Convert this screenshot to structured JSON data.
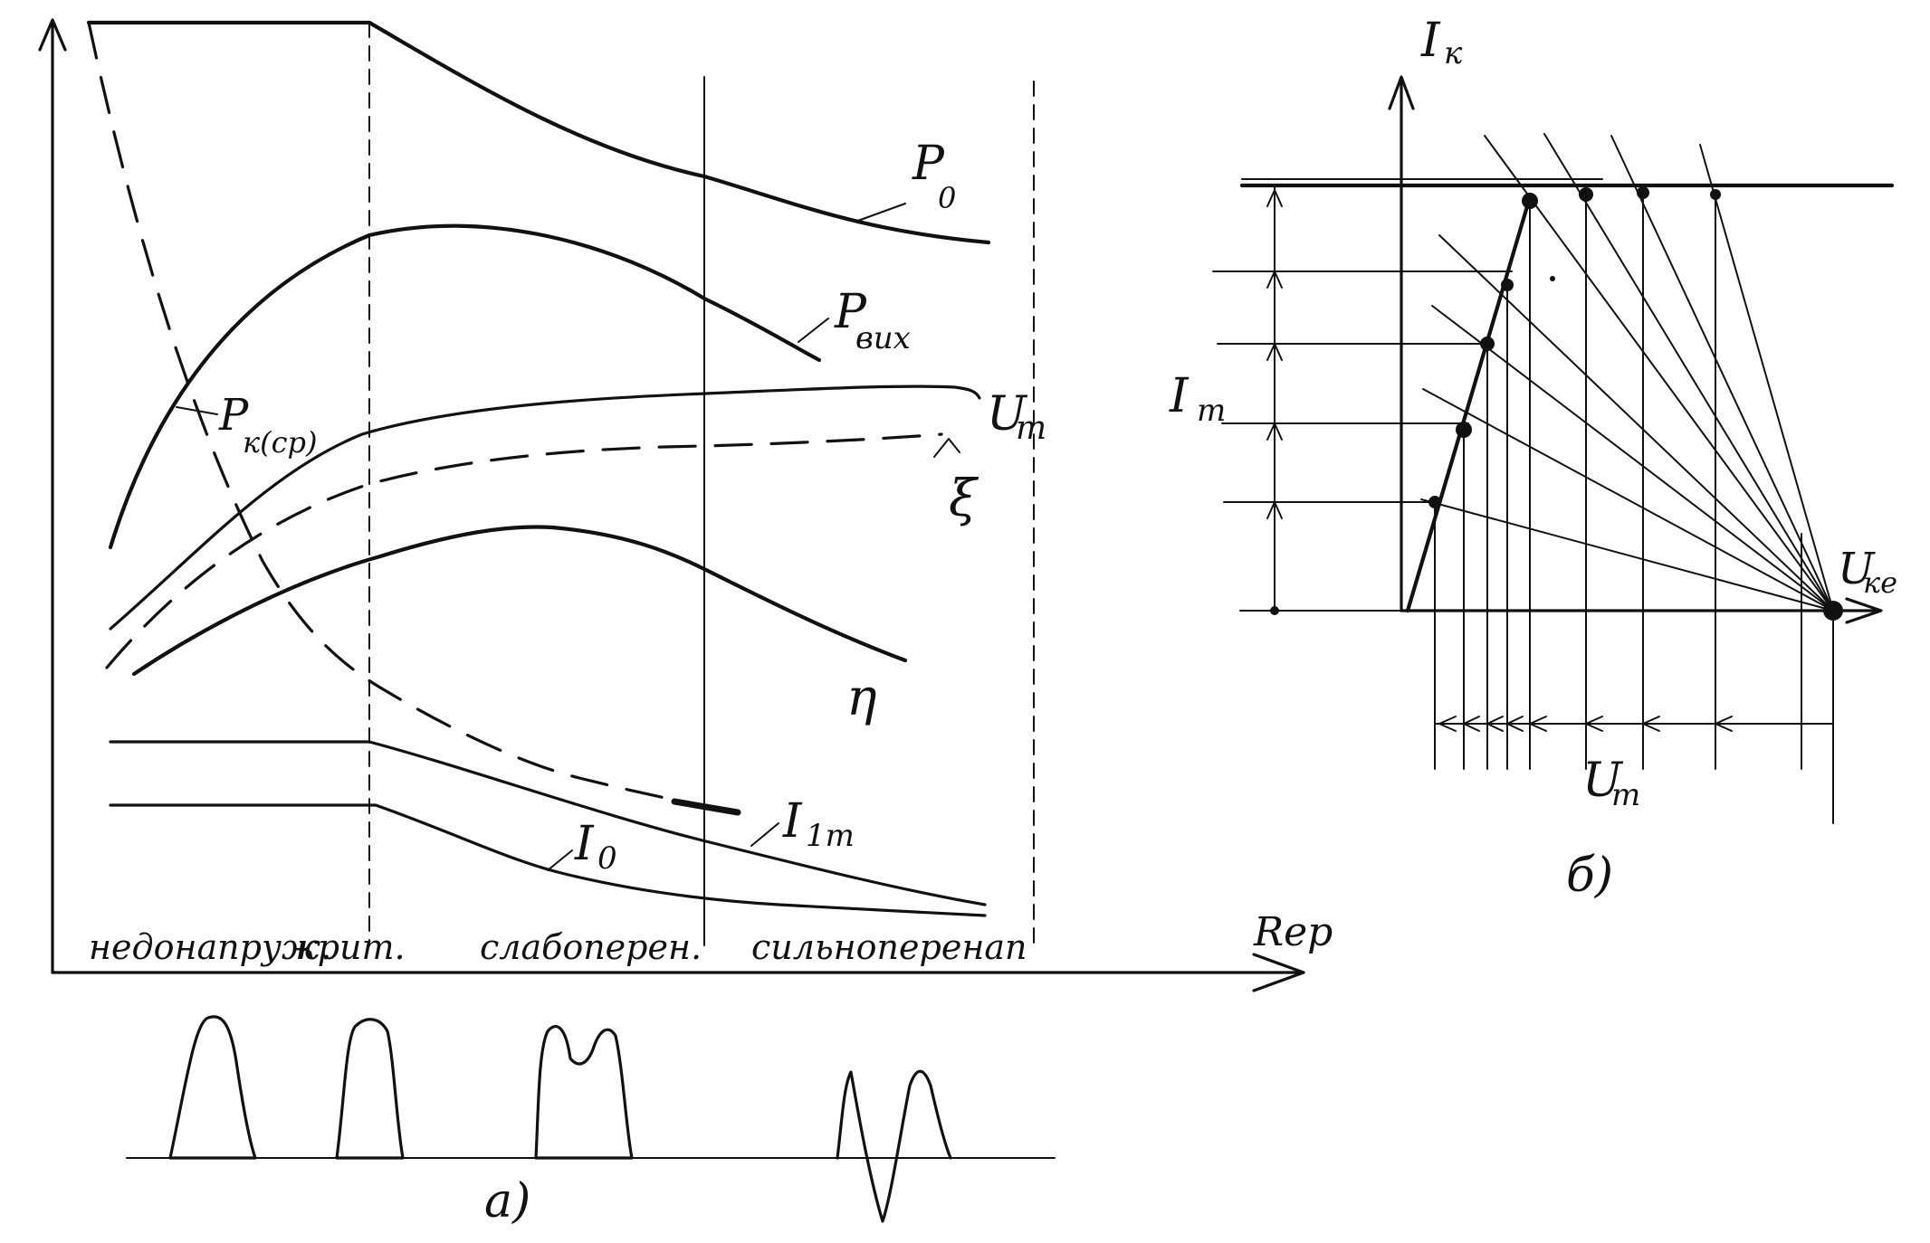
{
  "diagram": {
    "panel_a": {
      "caption": "а)",
      "x_axis_label": "Rер",
      "curves": {
        "p0": "P",
        "p0_sub": "0",
        "pvih": "P",
        "pvih_sub": "вих",
        "pk": "P",
        "pk_sub": "к(ср)",
        "um": "U",
        "um_sub": "m",
        "xi": "ξ",
        "eta": "η",
        "i1m": "I",
        "i1m_sub": "1m",
        "i0": "I",
        "i0_sub": "0"
      },
      "regimes": {
        "under": "недонапруж.",
        "crit": "крит.",
        "weak": "слабоперен.",
        "strong": "сильноперенап"
      }
    },
    "panel_b": {
      "caption": "б)",
      "y_axis_label": "I",
      "y_axis_sub": "к",
      "x_axis_label": "U",
      "x_axis_sub": "ке",
      "im_label": "I",
      "im_sub": "m",
      "um_label": "U",
      "um_sub": "m"
    }
  }
}
